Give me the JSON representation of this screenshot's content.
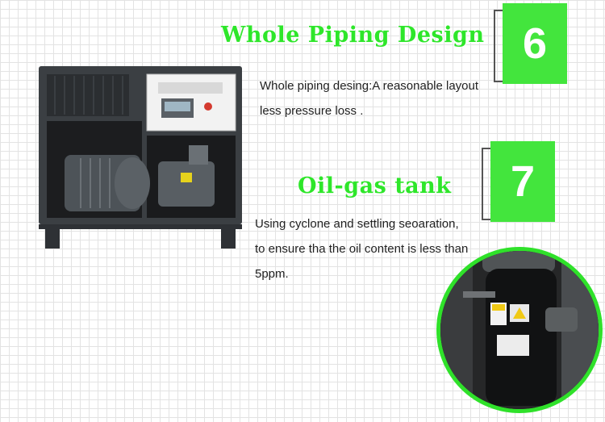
{
  "section6": {
    "number": "6",
    "title": "Whole Piping Design",
    "desc_lead": "Whole piping desing:",
    "desc_rest": "A reasonable layout",
    "desc_line2": "less pressure loss ."
  },
  "section7": {
    "number": "7",
    "title": "Oil-gas tank",
    "desc_line1": "Using cyclone and settling seoaration,",
    "desc_line2": "to ensure tha the oil content is less than",
    "desc_line3": "5ppm."
  },
  "colors": {
    "accent_green": "#2ee62a",
    "badge_green": "#43e53d",
    "machine_gray": "#3a3e42"
  }
}
